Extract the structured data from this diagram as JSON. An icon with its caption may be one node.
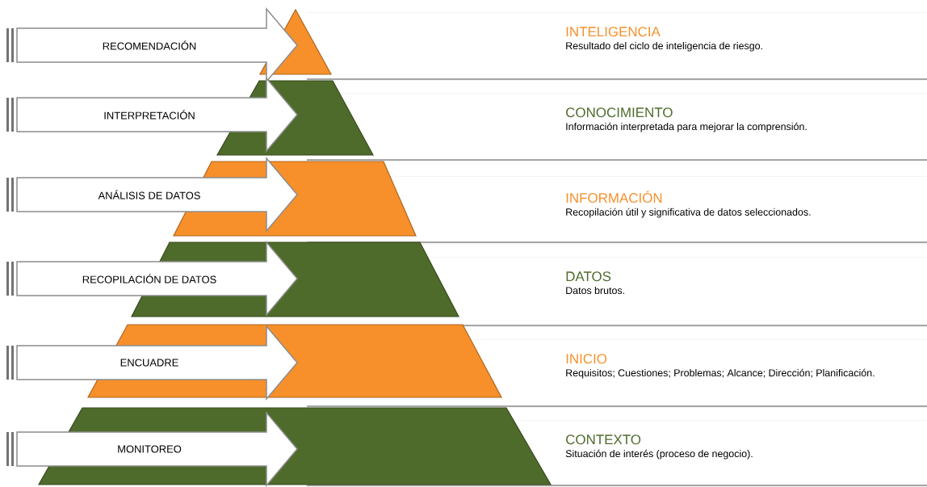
{
  "diagram": {
    "nodes": [
      {
        "text": [
          "RECOMENDACIÓN"
        ]
      },
      {
        "text": [
          "INTERPRETACIÓN"
        ]
      },
      {
        "text": [
          "ANÁLISIS DE DATOS"
        ]
      },
      {
        "text": [
          "RECOPILACIÓN DE DATOS"
        ]
      },
      {
        "text": [
          "ENCUADRE"
        ]
      },
      {
        "text": [
          "MONITOREO"
        ]
      },
      {
        "text": [],
        "shape": "triangle"
      },
      {
        "text": [],
        "shape": "trapezoid"
      },
      {
        "text": [],
        "shape": "trapezoid"
      },
      {
        "text": [],
        "shape": "trapezoid"
      },
      {
        "text": [],
        "shape": "trapezoid"
      },
      {
        "text": [],
        "shape": "trapezoid"
      },
      {
        "text": [
          "INTELIGENCIA",
          "Resultado del ciclo de inteligencia de riesgo."
        ]
      },
      {
        "text": [
          "CONOCIMIENTO",
          "Información interpretada para mejorar la comprensión."
        ]
      },
      {
        "text": [
          "INFORMACIÓN",
          "Recopilación útil y significativa de datos seleccionados."
        ]
      },
      {
        "text": [
          "DATOS",
          "Datos brutos."
        ]
      },
      {
        "text": [
          "INICIO",
          "Requisitos; Cuestiones; Problemas; Alcance; Dirección; Planificación."
        ]
      },
      {
        "text": [
          "CONTEXTO",
          "Situación de interés (proceso de negocio)."
        ]
      }
    ]
  }
}
